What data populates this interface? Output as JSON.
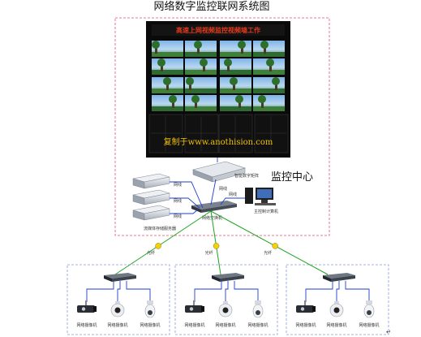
{
  "diagram": {
    "title": "网络数字监控联网系统图",
    "video_wall": {
      "banner": "高速上网视频监控视频墙工作",
      "watermark": "复制于www.anothision.com"
    },
    "center": {
      "label": "监控中心",
      "matrix_label": "智能数字矩阵",
      "main_switch_label": "网络交换机",
      "pc_label": "主控制计算机",
      "storage_label": "流媒体存储服务器",
      "cable_labels": [
        "网线",
        "网线",
        "网线",
        "网线",
        "网线"
      ]
    },
    "links": {
      "fiber_label": "光纤"
    },
    "sites": [
      {
        "cameras": [
          "网络摄像机",
          "网络摄像机",
          "网络摄像机"
        ]
      },
      {
        "cameras": [
          "网络摄像机",
          "网络摄像机",
          "网络摄像机"
        ]
      },
      {
        "cameras": [
          "网络摄像机",
          "网络摄像机",
          "网络摄像机"
        ]
      }
    ],
    "colors": {
      "border_red": "#e0527a",
      "border_blue": "#8a9ad8",
      "cable_blue": "#1c3fd0",
      "fiber_green": "#22a422",
      "wall_black": "#0a0a0a"
    }
  }
}
